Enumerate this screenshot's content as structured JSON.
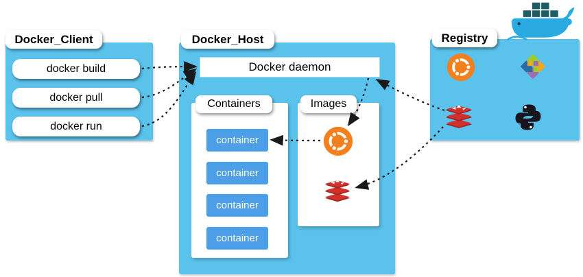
{
  "colors": {
    "box_blue": "#5BC2EC",
    "container_item_blue": "#4C9EE6",
    "arrow_black": "#1a1a1a",
    "ubuntu_orange": "#F3801F",
    "redis_red": "#D0312D",
    "redis_dark_red": "#A32622",
    "python_dark": "#16161e",
    "whale_blue": "#29ABE2",
    "crate_teal": "#1E5C66"
  },
  "client": {
    "title": "Docker_Client",
    "commands": [
      {
        "label": "docker build"
      },
      {
        "label": "docker pull"
      },
      {
        "label": "docker run"
      }
    ]
  },
  "host": {
    "title": "Docker_Host",
    "daemon_label": "Docker daemon",
    "containers": {
      "title": "Containers",
      "items": [
        {
          "label": "container"
        },
        {
          "label": "container"
        },
        {
          "label": "container"
        },
        {
          "label": "container"
        }
      ]
    },
    "images": {
      "title": "Images",
      "icons": [
        {
          "name": "ubuntu-icon"
        },
        {
          "name": "redis-icon"
        }
      ]
    }
  },
  "registry": {
    "title": "Registry",
    "icons": [
      {
        "name": "ubuntu-icon"
      },
      {
        "name": "centos-icon"
      },
      {
        "name": "redis-icon"
      },
      {
        "name": "python-icon"
      }
    ]
  },
  "logo": {
    "name": "docker-whale-icon"
  },
  "arrows": [
    {
      "name": "build-to-daemon"
    },
    {
      "name": "pull-to-daemon"
    },
    {
      "name": "run-to-daemon"
    },
    {
      "name": "daemon-to-ubuntu-image"
    },
    {
      "name": "ubuntu-image-to-container"
    },
    {
      "name": "registry-to-daemon"
    },
    {
      "name": "registry-to-redis-image"
    }
  ]
}
